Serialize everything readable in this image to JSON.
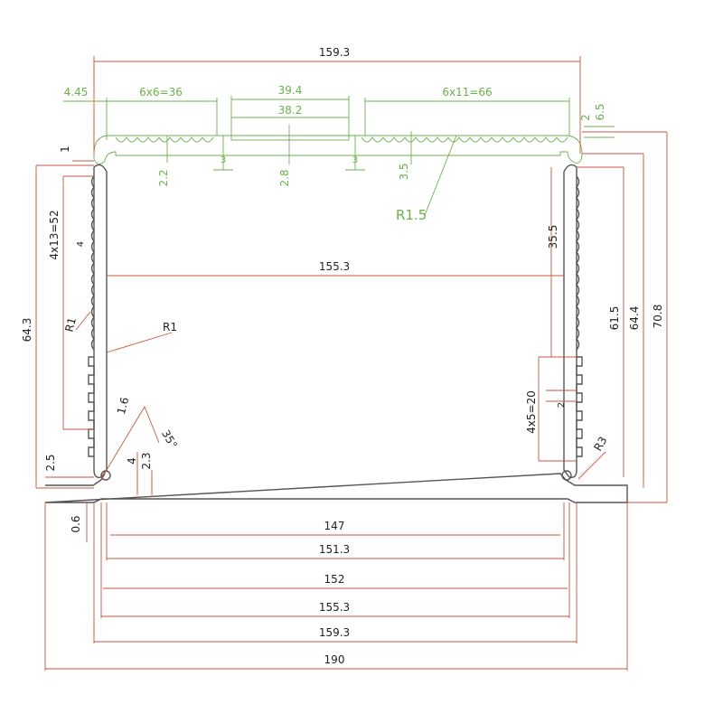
{
  "colors": {
    "dimension_red": "#c9553f",
    "dimension_green": "#6ab04c",
    "outline": "#555555",
    "background": "#ffffff"
  },
  "labels": {
    "top_overall": "159.3",
    "top_left_edge": "4.45",
    "top_slots_left": "6x6=36",
    "top_center_outer": "39.4",
    "top_center_inner": "38.2",
    "top_slots_right": "6x11=66",
    "right_top_small": "2",
    "right_top_small2": "6.5",
    "lid_depth_left": "2.2",
    "lid_depth_center": "2.8",
    "lid_depth_right": "3.5",
    "lid_step_left": "3",
    "lid_step_right": "3",
    "radius_lid": "R1.5",
    "left_small_top": "1",
    "left_fins": "4x13=52",
    "left_fin_pitch": "4",
    "left_height": "64.3",
    "left_radius_outer": "R1",
    "left_radius_inner": "R1",
    "inner_width_mid": "155.3",
    "right_fins_top": "35.5",
    "right_height_1": "61.5",
    "right_height_2": "64.4",
    "right_height_overall": "70.8",
    "right_fins_bottom": "4x5=20",
    "right_fin_small": "2",
    "right_radius": "R3",
    "hook_1": "1.6",
    "hook_4": "4",
    "hook_23": "2.3",
    "hook_angle": "35°",
    "flange_height": "2.5",
    "flange_thick": "0.6",
    "bottom_1": "147",
    "bottom_2": "151.3",
    "bottom_3": "152",
    "bottom_4": "155.3",
    "bottom_5": "159.3",
    "bottom_6": "190"
  }
}
